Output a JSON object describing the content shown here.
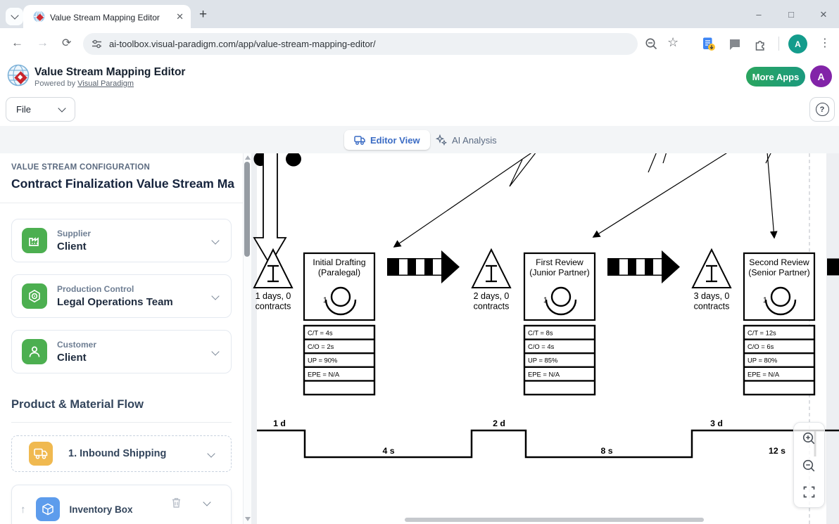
{
  "colors": {
    "more_apps_green": "#2aa55f",
    "more_apps_teal": "#1b9a7e",
    "header_avatar_purple": "#8224a8",
    "browser_avatar_teal": "#149c8c",
    "sidebar_icon_green": "#4caf50",
    "flow_icon_yellow": "#f0b950",
    "inventory_icon_blue": "#5d9cec",
    "editor_tab_blue": "#3a6bc4"
  },
  "browser": {
    "tab_title": "Value Stream Mapping Editor",
    "url": "ai-toolbox.visual-paradigm.com/app/value-stream-mapping-editor/",
    "avatar_initial": "A"
  },
  "header": {
    "title": "Value Stream Mapping Editor",
    "powered_by": "Powered by",
    "powered_by_link": "Visual Paradigm",
    "more_apps": "More Apps",
    "avatar_initial": "A"
  },
  "menubar": {
    "file": "File",
    "help": "?"
  },
  "view_tabs": {
    "editor": "Editor View",
    "ai": "AI Analysis"
  },
  "sidebar": {
    "section_label": "VALUE STREAM CONFIGURATION",
    "map_title": "Contract Finalization Value Stream Ma",
    "cards": [
      {
        "label": "Supplier",
        "value": "Client"
      },
      {
        "label": "Production Control",
        "value": "Legal Operations Team"
      },
      {
        "label": "Customer",
        "value": "Client"
      }
    ],
    "flow_title": "Product & Material Flow",
    "inbound": "1. Inbound Shipping",
    "inventory": "Inventory Box"
  },
  "canvas": {
    "processes": [
      {
        "line1": "Initial Drafting",
        "line2": "(Paralegal)",
        "operators": "1",
        "stats": [
          "C/T = 4s",
          "C/O = 2s",
          "UP = 90%",
          "EPE = N/A"
        ]
      },
      {
        "line1": "First Review",
        "line2": "(Junior Partner)",
        "operators": "1",
        "stats": [
          "C/T = 8s",
          "C/O = 4s",
          "UP = 85%",
          "EPE = N/A"
        ]
      },
      {
        "line1": "Second Review",
        "line2": "(Senior Partner)",
        "operators": "1",
        "stats": [
          "C/T = 12s",
          "C/O = 6s",
          "UP = 80%",
          "EPE = N/A"
        ]
      }
    ],
    "inventories": [
      {
        "line1": "1 days, 0",
        "line2": "contracts"
      },
      {
        "line1": "2 days, 0",
        "line2": "contracts"
      },
      {
        "line1": "3 days, 0",
        "line2": "contracts"
      }
    ],
    "timeline": [
      "1 d",
      "4 s",
      "2 d",
      "8 s",
      "3 d",
      "12 s"
    ]
  }
}
